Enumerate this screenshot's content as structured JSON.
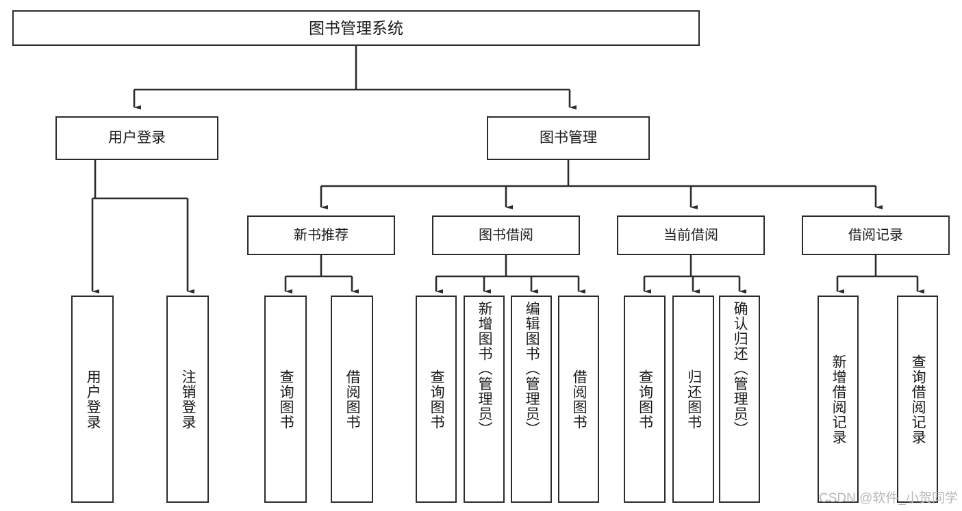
{
  "diagram": {
    "title": "图书管理系统",
    "watermark": "CSDN @软件_小贺同学",
    "stroke_color": "#2b2b2b",
    "background_color": "#ffffff",
    "text_color": "#1a1a1a",
    "watermark_color": "#b9b9b9"
  },
  "nodes": {
    "root": {
      "label": "图书管理系统"
    },
    "level2": [
      {
        "label": "用户登录"
      },
      {
        "label": "图书管理"
      }
    ],
    "level3": [
      {
        "label": "新书推荐"
      },
      {
        "label": "图书借阅"
      },
      {
        "label": "当前借阅"
      },
      {
        "label": "借阅记录"
      }
    ],
    "leaves": {
      "user_login": [
        {
          "label": "用户登录"
        },
        {
          "label": "注销登录"
        }
      ],
      "new_book_recommend": [
        {
          "label": "查询图书"
        },
        {
          "label": "借阅图书"
        }
      ],
      "book_borrow": [
        {
          "label": "查询图书"
        },
        {
          "label": "新增图书（管理员）"
        },
        {
          "label": "编辑图书（管理员）"
        },
        {
          "label": "借阅图书"
        }
      ],
      "current_borrow": [
        {
          "label": "查询图书"
        },
        {
          "label": "归还图书"
        },
        {
          "label": "确认归还（管理员）"
        }
      ],
      "borrow_record": [
        {
          "label": "新增借阅记录"
        },
        {
          "label": "查询借阅记录"
        }
      ]
    }
  },
  "chart_data": {
    "type": "tree-diagram",
    "title": "图书管理系统",
    "orientation": "top-down",
    "levels": 4,
    "hierarchy": [
      {
        "label": "图书管理系统",
        "children": [
          {
            "label": "用户登录",
            "children": [
              {
                "label": "用户登录"
              },
              {
                "label": "注销登录"
              }
            ]
          },
          {
            "label": "图书管理",
            "children": [
              {
                "label": "新书推荐",
                "children": [
                  {
                    "label": "查询图书"
                  },
                  {
                    "label": "借阅图书"
                  }
                ]
              },
              {
                "label": "图书借阅",
                "children": [
                  {
                    "label": "查询图书"
                  },
                  {
                    "label": "新增图书（管理员）"
                  },
                  {
                    "label": "编辑图书（管理员）"
                  },
                  {
                    "label": "借阅图书"
                  }
                ]
              },
              {
                "label": "当前借阅",
                "children": [
                  {
                    "label": "查询图书"
                  },
                  {
                    "label": "归还图书"
                  },
                  {
                    "label": "确认归还（管理员）"
                  }
                ]
              },
              {
                "label": "借阅记录",
                "children": [
                  {
                    "label": "新增借阅记录"
                  },
                  {
                    "label": "查询借阅记录"
                  }
                ]
              }
            ]
          }
        ]
      }
    ]
  }
}
